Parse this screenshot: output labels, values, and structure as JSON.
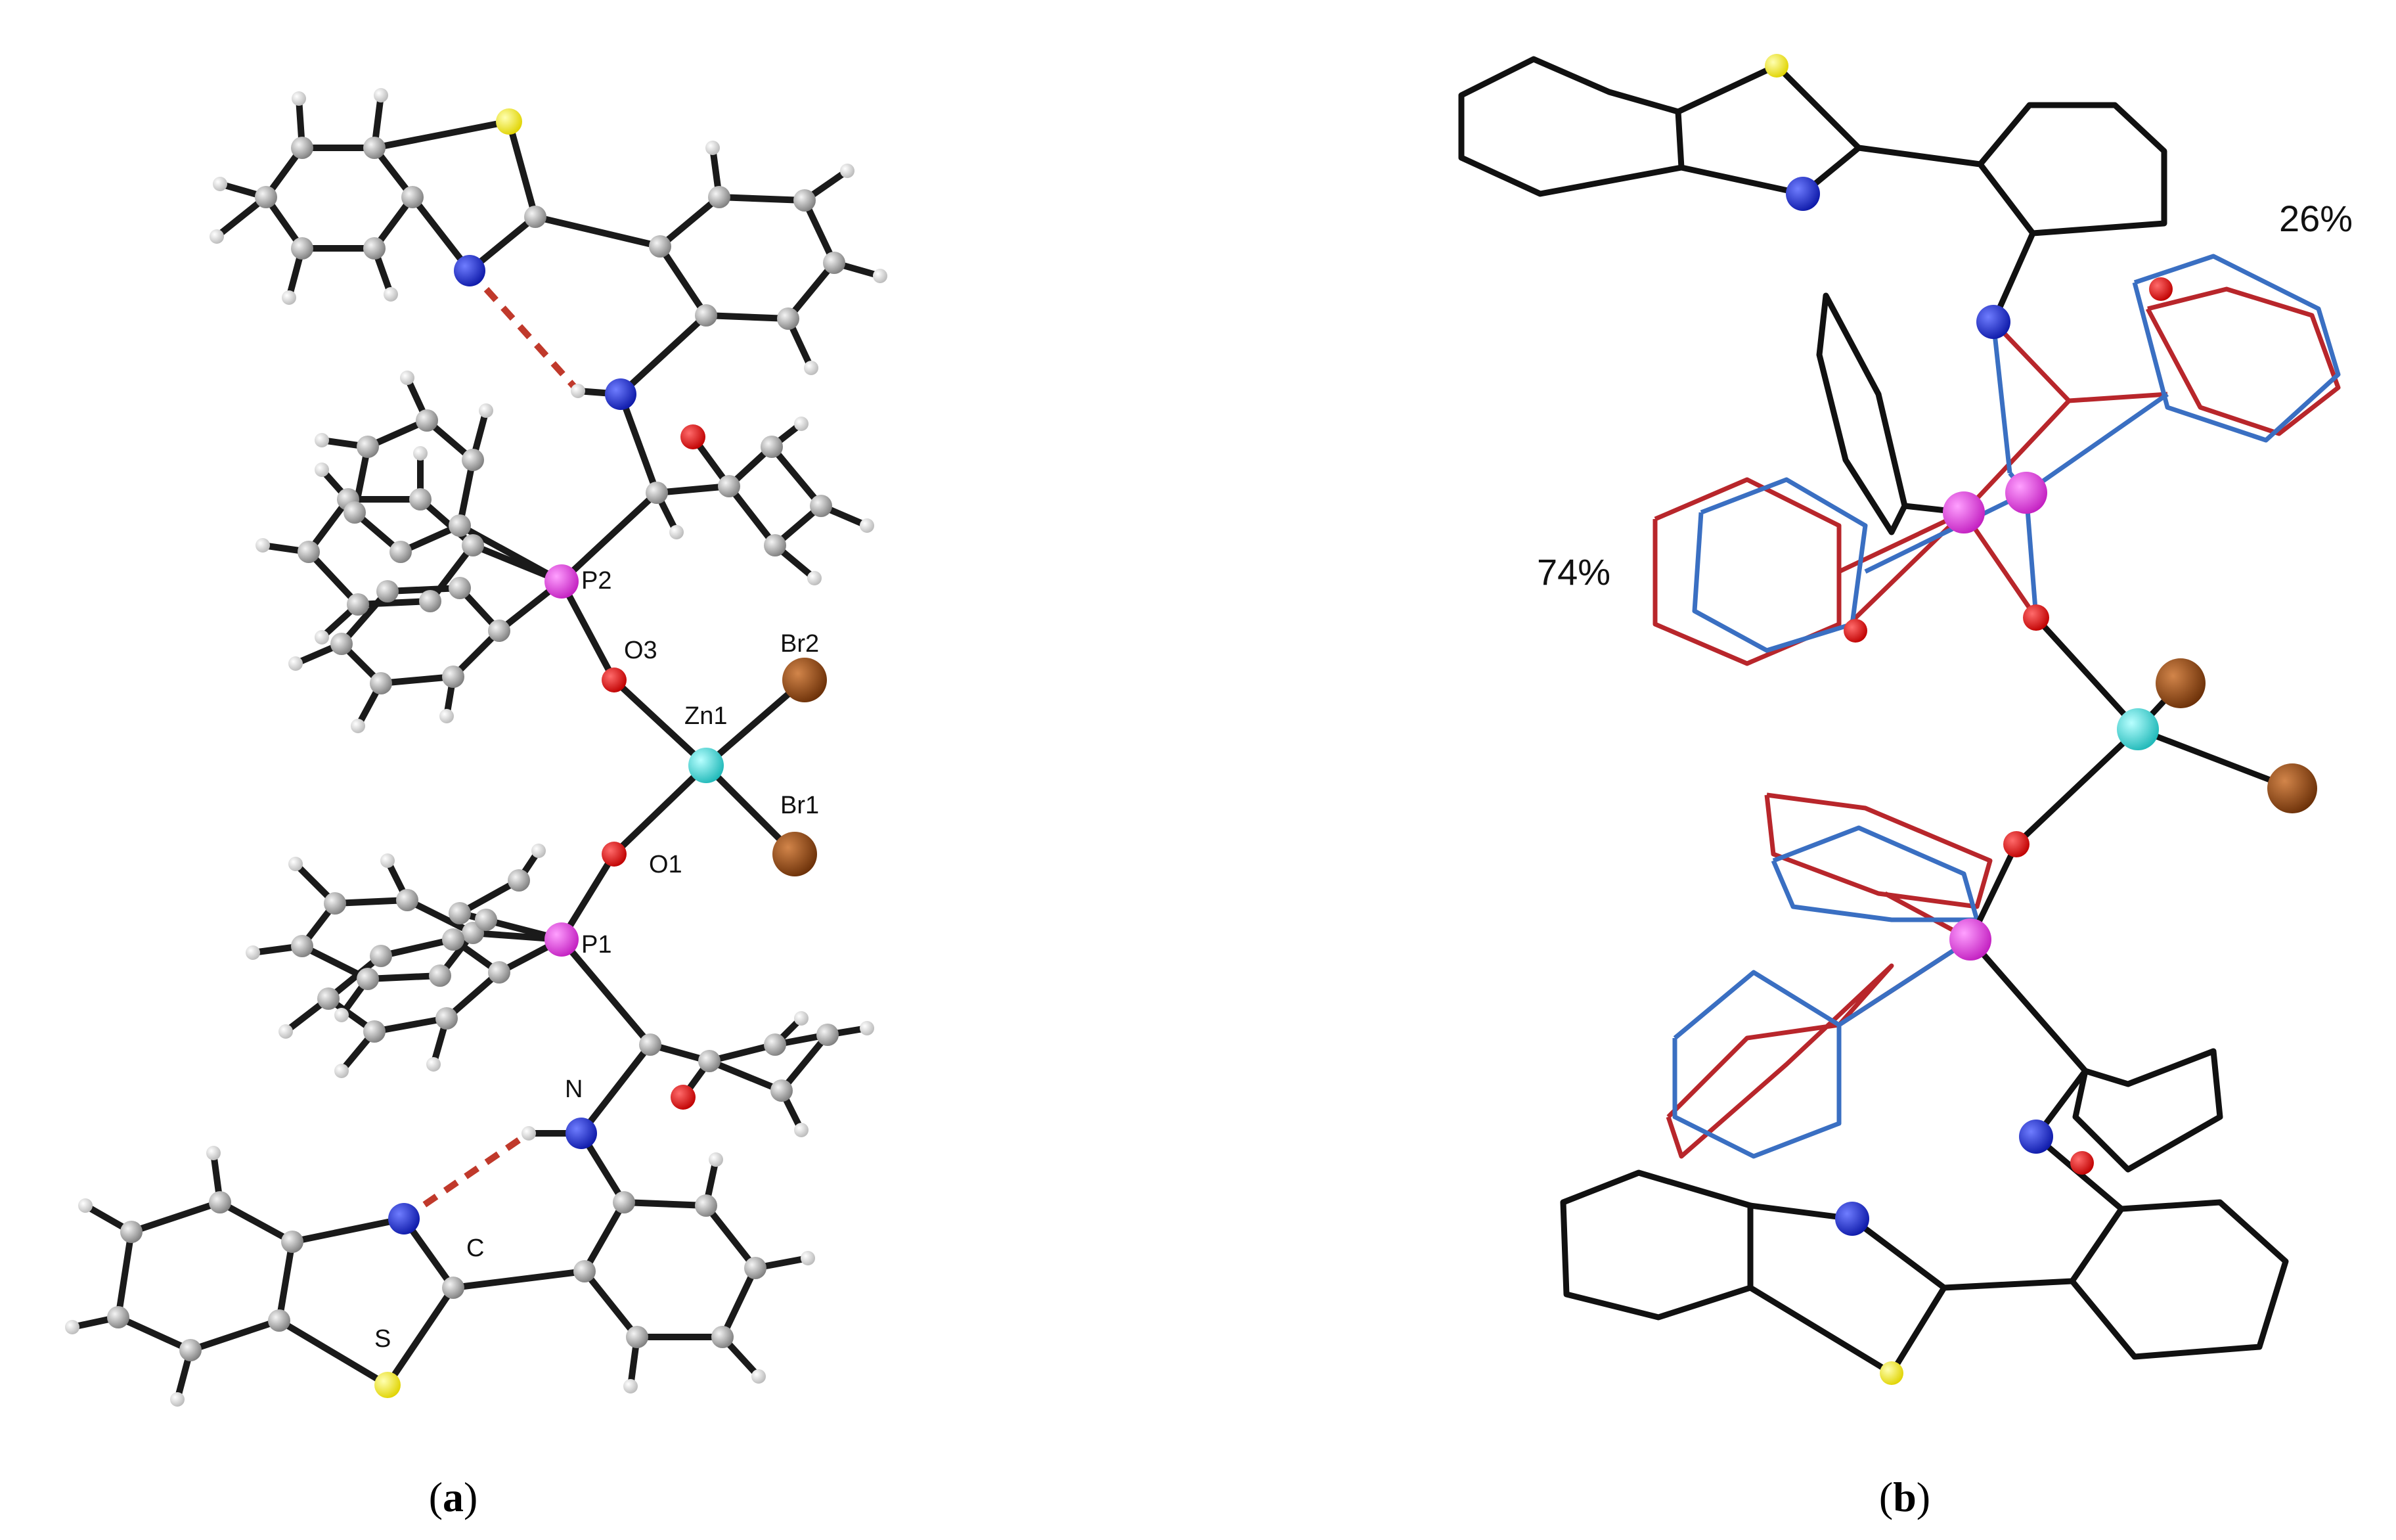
{
  "panel_a": {
    "caption_open": "(",
    "caption_letter": "a",
    "caption_close": ")",
    "atom_labels": {
      "P2": "P2",
      "O3": "O3",
      "Br2": "Br2",
      "Zn1": "Zn1",
      "Br1": "Br1",
      "O1": "O1",
      "P1": "P1",
      "N": "N",
      "C": "C",
      "S": "S"
    }
  },
  "panel_b": {
    "caption_open": "(",
    "caption_letter": "b",
    "caption_close": ")",
    "disorder_major": "74%",
    "disorder_minor": "26%"
  },
  "colors": {
    "bond": "#1a1a1a",
    "carbon": "#9a9a9a",
    "hydrogen": "#dcdcdc",
    "nitrogen": "#1f2fcf",
    "oxygen": "#e01212",
    "sulfur": "#f2ea1c",
    "phosphorus": "#e23be0",
    "zinc": "#3ad6d6",
    "bromine": "#9a4a10",
    "hydrogen_bond": "#c0392b",
    "disorder_major": "#b8262b",
    "disorder_minor": "#3a6fc2"
  }
}
